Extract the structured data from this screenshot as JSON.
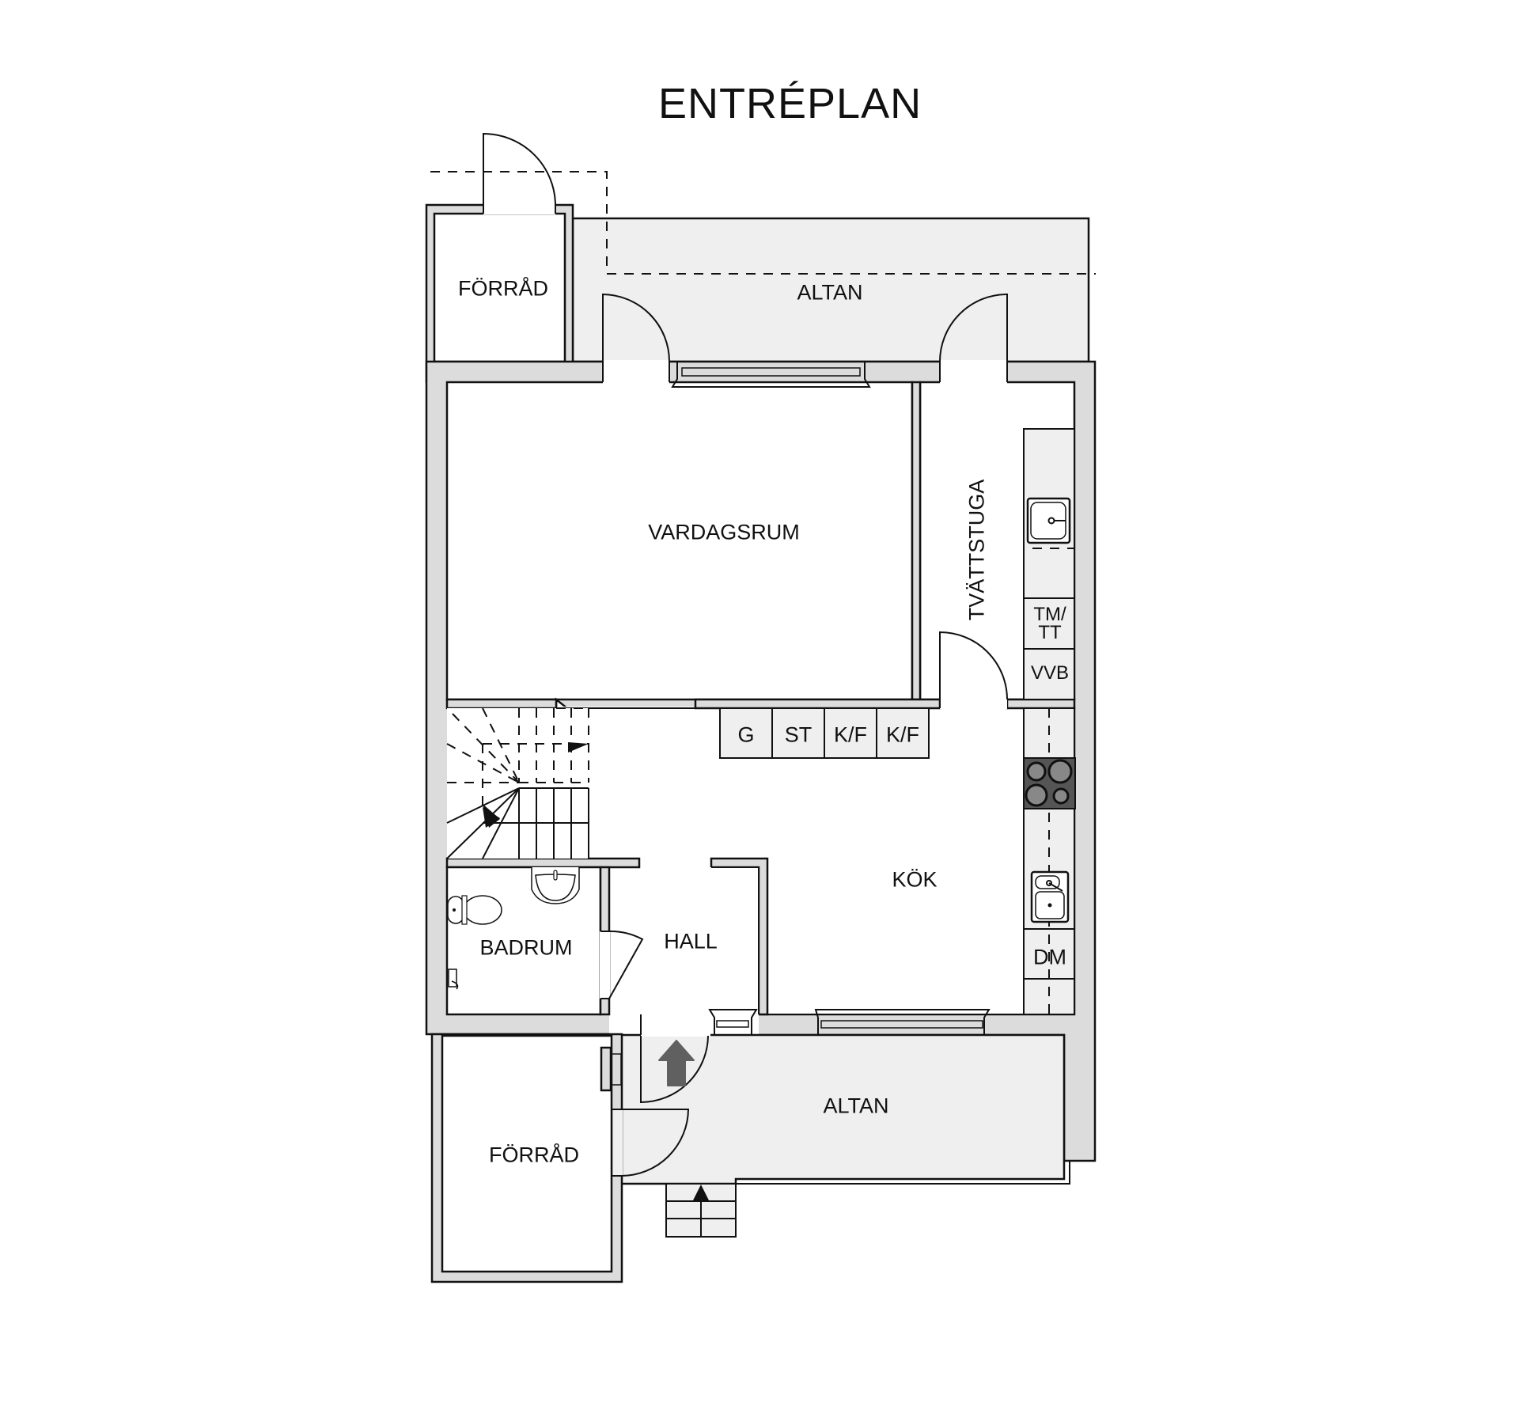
{
  "title": "ENTRÉPLAN",
  "rooms": {
    "forrad_top": "FÖRRÅD",
    "altan_top": "ALTAN",
    "vardagsrum": "VARDAGSRUM",
    "tvattstuga": "TVÄTTSTUGA",
    "kok": "KÖK",
    "hall": "HALL",
    "badrum": "BADRUM",
    "forrad_bottom": "FÖRRÅD",
    "altan_bottom": "ALTAN"
  },
  "appliances": {
    "g": "G",
    "st": "ST",
    "kf1": "K/F",
    "kf2": "K/F",
    "tm_tt": "TM/\nTT",
    "tm_line1": "TM/",
    "tm_line2": "TT",
    "vvb": "VVB",
    "dm": "DM"
  },
  "icons": {
    "entrance_arrow": "up-arrow",
    "stair_arrows": "triangle-arrow",
    "stove": "four-burner-stove",
    "sinks": "sink",
    "toilet": "toilet"
  },
  "colors": {
    "wall_fill": "#dcdcdc",
    "deck_fill": "#efefef",
    "stove_fill": "#555555",
    "arrow_fill": "#606060",
    "line": "#111111"
  }
}
